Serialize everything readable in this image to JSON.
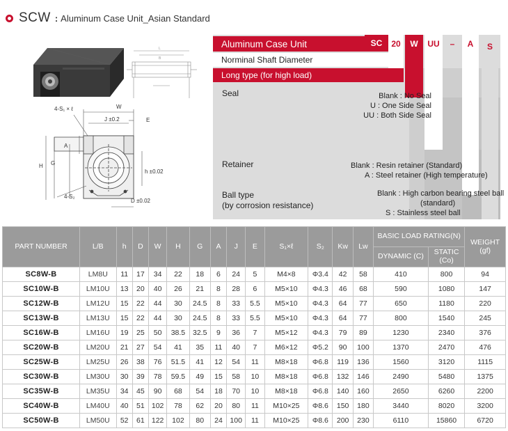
{
  "header": {
    "code": "SCW",
    "separator": ":",
    "title": "Aluminum Case Unit_Asian Standard"
  },
  "drawing": {
    "dim_4s1": "4-S₁ × ℓ",
    "dim_W": "W",
    "dim_J": "J ±0.2",
    "dim_E": "E",
    "dim_A": "A",
    "dim_G": "G",
    "dim_H": "H",
    "dim_h": "h ±0.02",
    "dim_4s2": "4-S₂",
    "dim_D": "D ±0.02",
    "dim_L": "L",
    "dim_B": "B"
  },
  "designation": {
    "row1_label": "Aluminum Case Unit",
    "codes": [
      "SC",
      "20",
      "W",
      "UU",
      "–",
      "A",
      "S"
    ],
    "row2_label": "Norminal Shaft Diameter",
    "row3_label": "Long type (for high load)",
    "seal_label": "Seal",
    "seal_notes": [
      "Blank : No Seal",
      "U : One Side Seal",
      "UU : Both Side Seal"
    ],
    "retainer_label": "Retainer",
    "retainer_notes": [
      "Blank : Resin retainer (Standard)",
      "A : Steel retainer (High temperature)"
    ],
    "ball_label_1": "Ball type",
    "ball_label_2": "(by corrosion resistance)",
    "ball_notes": [
      "Blank : High carbon bearing steel ball",
      "(standard)",
      "S : Stainless steel ball"
    ]
  },
  "table": {
    "headers": {
      "part": "PART NUMBER",
      "lb": "L/B",
      "h": "h",
      "d": "D",
      "w": "W",
      "hh": "H",
      "g": "G",
      "a": "A",
      "j": "J",
      "e": "E",
      "s1": "S₁×ℓ",
      "s2": "S₂",
      "kw": "Kw",
      "lw": "Lw",
      "load": "BASIC LOAD RATING(N)",
      "dyn": "DYNAMIC (C)",
      "sta": "STATIC (Co)",
      "weight": "WEIGHT (gf)"
    },
    "rows": [
      [
        "SC8W-B",
        "LM8U",
        "11",
        "17",
        "34",
        "22",
        "18",
        "6",
        "24",
        "5",
        "M4×8",
        "Φ3.4",
        "42",
        "58",
        "410",
        "800",
        "94"
      ],
      [
        "SC10W-B",
        "LM10U",
        "13",
        "20",
        "40",
        "26",
        "21",
        "8",
        "28",
        "6",
        "M5×10",
        "Φ4.3",
        "46",
        "68",
        "590",
        "1080",
        "147"
      ],
      [
        "SC12W-B",
        "LM12U",
        "15",
        "22",
        "44",
        "30",
        "24.5",
        "8",
        "33",
        "5.5",
        "M5×10",
        "Φ4.3",
        "64",
        "77",
        "650",
        "1180",
        "220"
      ],
      [
        "SC13W-B",
        "LM13U",
        "15",
        "22",
        "44",
        "30",
        "24.5",
        "8",
        "33",
        "5.5",
        "M5×10",
        "Φ4.3",
        "64",
        "77",
        "800",
        "1540",
        "245"
      ],
      [
        "SC16W-B",
        "LM16U",
        "19",
        "25",
        "50",
        "38.5",
        "32.5",
        "9",
        "36",
        "7",
        "M5×12",
        "Φ4.3",
        "79",
        "89",
        "1230",
        "2340",
        "376"
      ],
      [
        "SC20W-B",
        "LM20U",
        "21",
        "27",
        "54",
        "41",
        "35",
        "11",
        "40",
        "7",
        "M6×12",
        "Φ5.2",
        "90",
        "100",
        "1370",
        "2470",
        "476"
      ],
      [
        "SC25W-B",
        "LM25U",
        "26",
        "38",
        "76",
        "51.5",
        "41",
        "12",
        "54",
        "11",
        "M8×18",
        "Φ6.8",
        "119",
        "136",
        "1560",
        "3120",
        "1115"
      ],
      [
        "SC30W-B",
        "LM30U",
        "30",
        "39",
        "78",
        "59.5",
        "49",
        "15",
        "58",
        "10",
        "M8×18",
        "Φ6.8",
        "132",
        "146",
        "2490",
        "5480",
        "1375"
      ],
      [
        "SC35W-B",
        "LM35U",
        "34",
        "45",
        "90",
        "68",
        "54",
        "18",
        "70",
        "10",
        "M8×18",
        "Φ6.8",
        "140",
        "160",
        "2650",
        "6260",
        "2200"
      ],
      [
        "SC40W-B",
        "LM40U",
        "40",
        "51",
        "102",
        "78",
        "62",
        "20",
        "80",
        "11",
        "M10×25",
        "Φ8.6",
        "150",
        "180",
        "3440",
        "8020",
        "3200"
      ],
      [
        "SC50W-B",
        "LM50U",
        "52",
        "61",
        "122",
        "102",
        "80",
        "24",
        "100",
        "11",
        "M10×25",
        "Φ8.6",
        "200",
        "230",
        "6110",
        "15860",
        "6720"
      ]
    ]
  }
}
